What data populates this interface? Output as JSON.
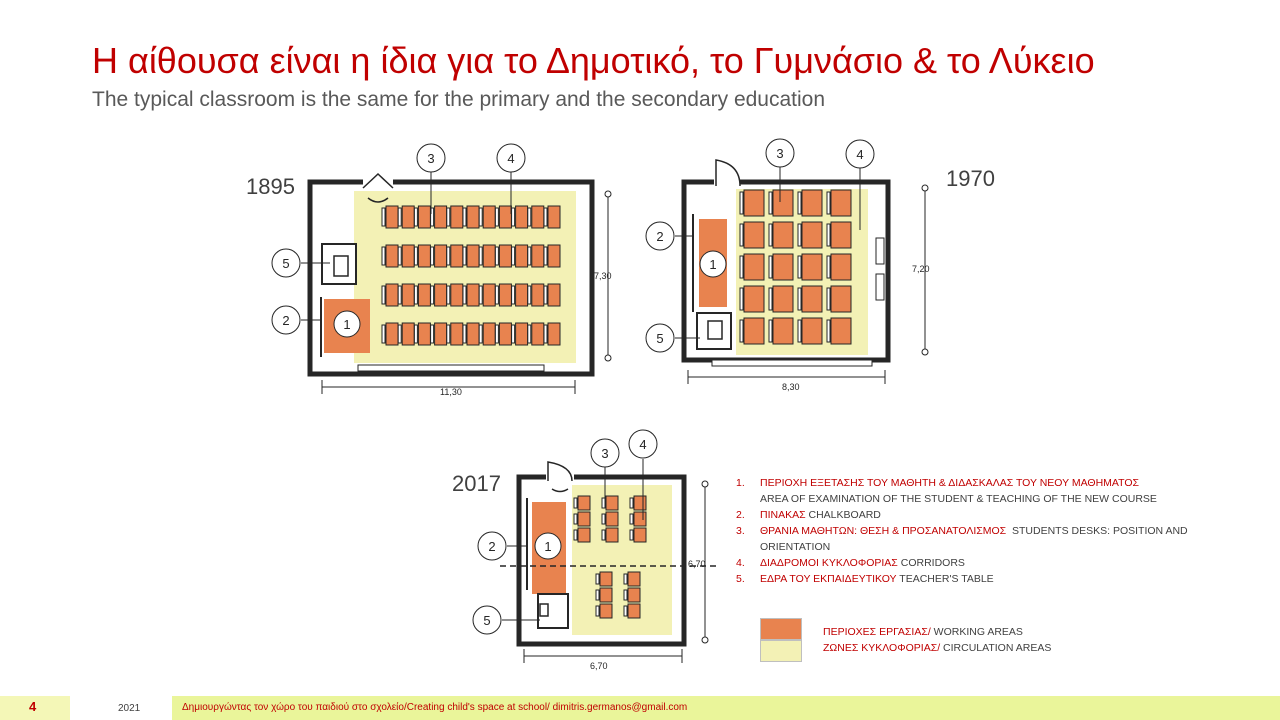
{
  "header": {
    "title": "Η αίθουσα είναι η ίδια για το Δημοτικό, το Γυμνάσιο & το Λύκειο",
    "subtitle": "The typical classroom is the same for the primary and the secondary education"
  },
  "plans": {
    "p1895": {
      "year": "1895",
      "width_dim": "11,30",
      "depth_dim": "7,30"
    },
    "p1970": {
      "year": "1970",
      "width_dim": "8,30",
      "depth_dim": "7,20"
    },
    "p2017": {
      "year": "2017",
      "width_dim": "6,70",
      "depth_dim": "6,70"
    }
  },
  "markers": [
    "1",
    "2",
    "3",
    "4",
    "5"
  ],
  "legend": {
    "items": [
      {
        "num": "1.",
        "gr": "ΠΕΡΙΟΧΗ ΕΞΕΤΑΣΗΣ ΤΟΥ ΜΑΘΗΤΗ & ΔΙΔΑΣΚΑΛΑΣ  ΤΟΥ ΝΕΟΥ ΜΑΘΗΜΑΤΟΣ",
        "en": "AREA OF EXAMINATION OF THE STUDENT & TEACHING OF THE NEW COURSE"
      },
      {
        "num": "2.",
        "gr": "ΠΙΝΑΚΑΣ",
        "en": "CHALKBOARD"
      },
      {
        "num": "3.",
        "gr": "ΘΡΑΝΙΑ ΜΑΘΗΤΩΝ: ΘΕΣΗ & ΠΡΟΣΑΝΑΤΟΛΙΣΜΟΣ",
        "en": "STUDENTS DESKS: POSITION AND",
        "en2": "ORIENTATION"
      },
      {
        "num": "4.",
        "gr": "ΔΙΑΔΡΟΜΟΙ ΚΥΚΛΟΦΟΡΙΑΣ",
        "en": "CORRIDORS"
      },
      {
        "num": "5.",
        "gr": "ΕΔΡΑ ΤΟΥ ΕΚΠΑΙΔΕΥΤΙΚΟΥ",
        "en": "TEACHER'S TABLE"
      }
    ],
    "keys": [
      {
        "gr": "ΠΕΡΙΟΧΕΣ ΕΡΓΑΣΙΑΣ/",
        "en": "WORKING AREAS",
        "color": "#e8834f"
      },
      {
        "gr": "ΖΩΝΕΣ ΚΥΚΛΟΦΟΡΙΑΣ/",
        "en": "CIRCULATION AREAS",
        "color": "#f3f1b5"
      }
    ]
  },
  "colors": {
    "accent": "#c00000",
    "working": "#e8834f",
    "circulation": "#f3f1b5",
    "wall": "#262626"
  },
  "footer": {
    "page": "4",
    "year": "2021",
    "text": "Δημιουργώντας τον χώρο του παιδιού στο σχολείο/Creating child's space at school/ dimitris.germanos@gmail.com"
  }
}
